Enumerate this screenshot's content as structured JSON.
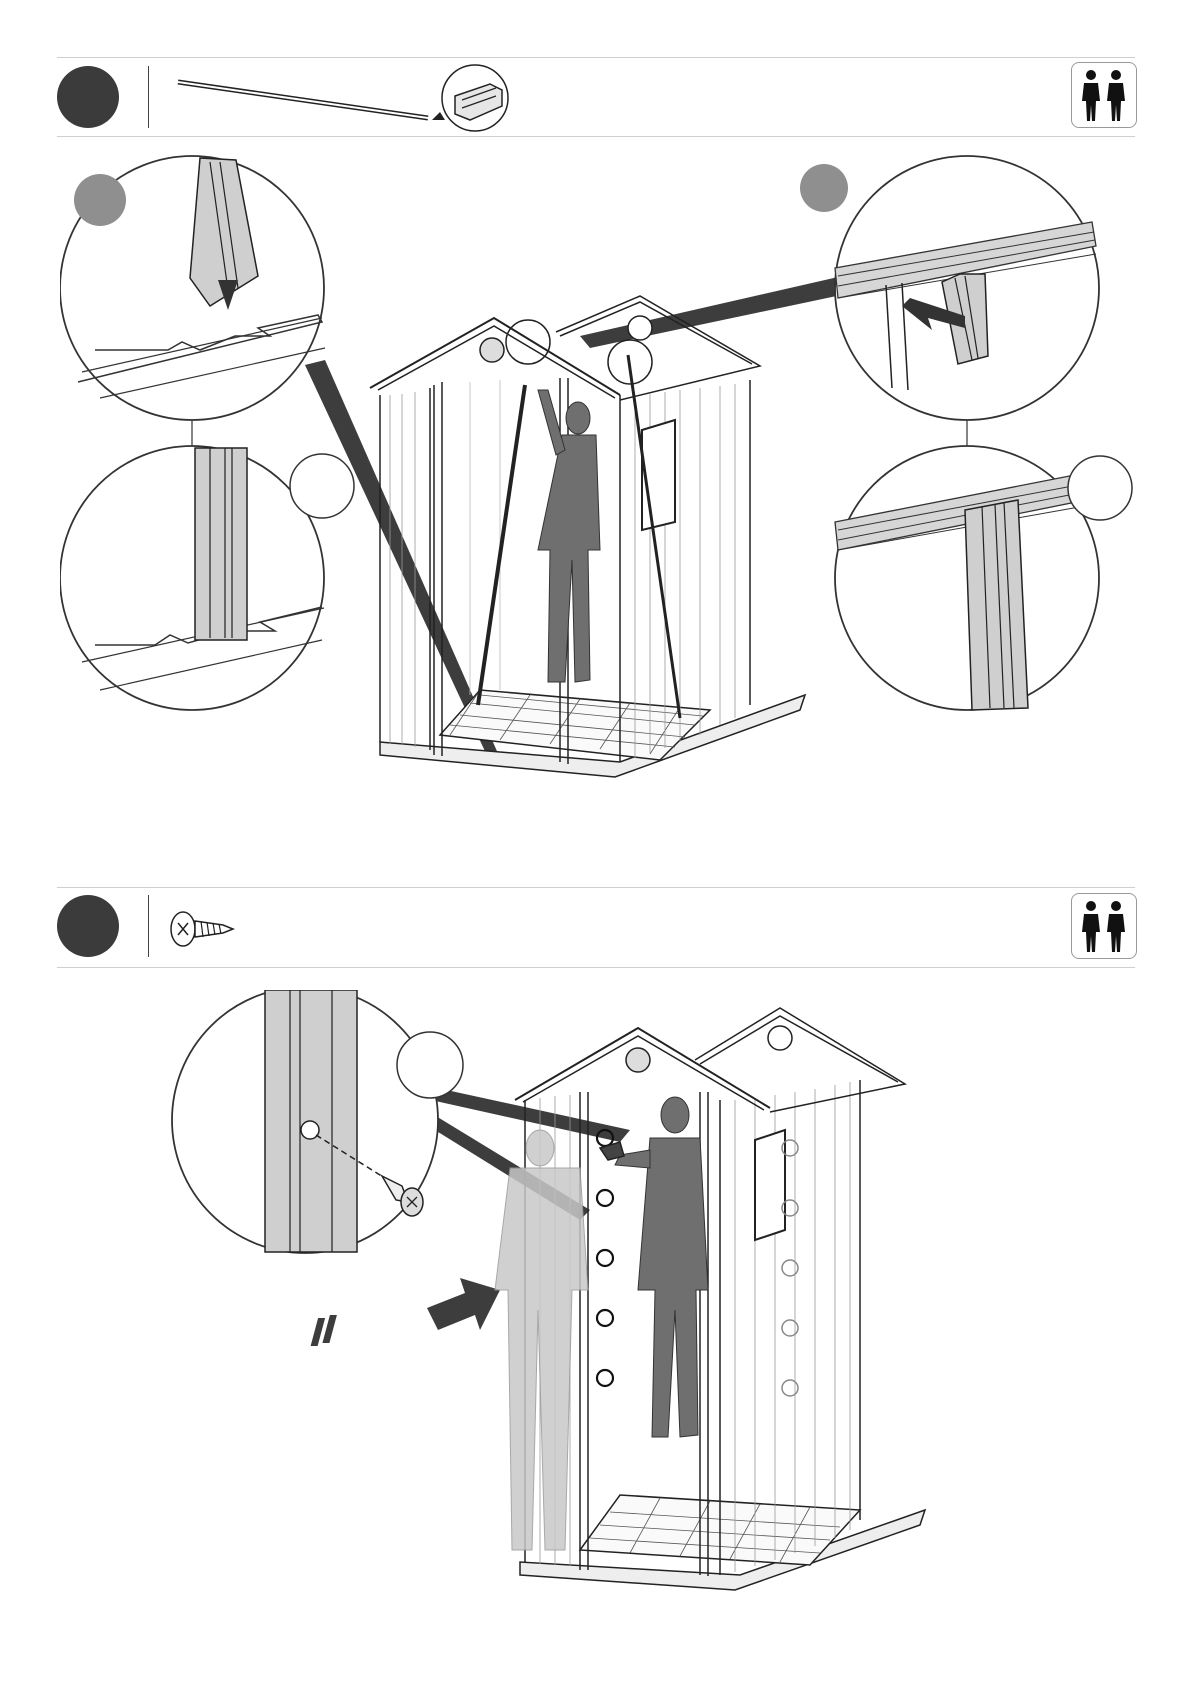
{
  "colors": {
    "step_circle": "#3b3b3b",
    "detail_marker": "#8f8f8f",
    "person_fill": "#6f6f6f",
    "person_ghost": "#c8c8c8",
    "panel_gray": "#cfcfcf",
    "line": "#222222"
  },
  "steps": [
    {
      "number": "",
      "part_icons": [
        "long-rail-profile-icon",
        "h-profile-zoom-icon"
      ],
      "people_icon": "two-person-icon",
      "details": [
        "detail-insert-h-profile",
        "detail-profile-seated",
        "detail-slide-profile",
        "detail-profile-installed"
      ]
    },
    {
      "number": "",
      "part_icons": [
        "screw-icon"
      ],
      "people_icon": "two-person-icon",
      "details": [
        "detail-screw-into-profile"
      ]
    }
  ]
}
